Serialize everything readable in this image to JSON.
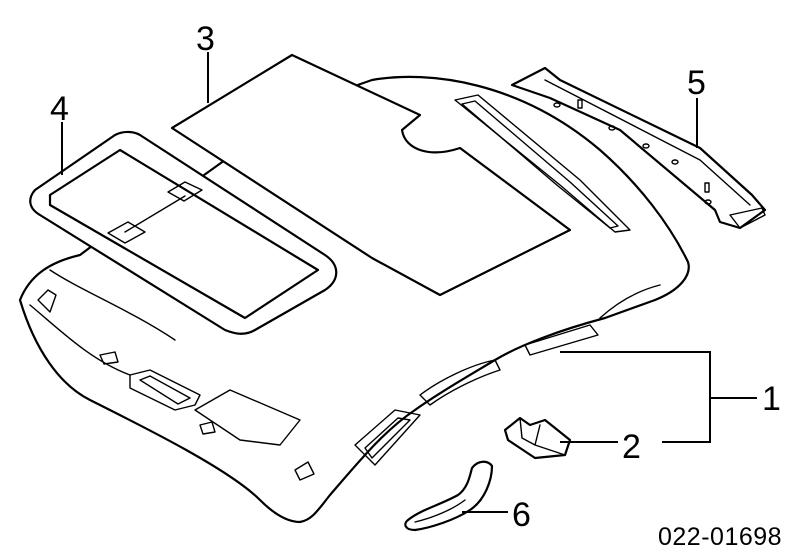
{
  "diagram": {
    "callouts": [
      {
        "id": "1",
        "label": "1"
      },
      {
        "id": "2",
        "label": "2"
      },
      {
        "id": "3",
        "label": "3"
      },
      {
        "id": "4",
        "label": "4"
      },
      {
        "id": "5",
        "label": "5"
      },
      {
        "id": "6",
        "label": "6"
      }
    ],
    "part_number": "022-01698"
  }
}
